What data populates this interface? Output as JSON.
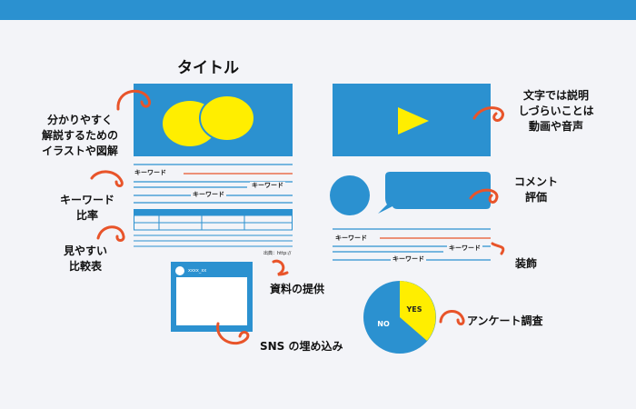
{
  "title": "タイトル",
  "illustration_label": [
    "分かりやすく",
    "解説するための",
    "イラストや図解"
  ],
  "video_label": [
    "文字では説明",
    "しづらいことは",
    "動画や音声"
  ],
  "keyword_label": [
    "キーワード",
    "比率"
  ],
  "comment_label": [
    "コメント",
    "評価"
  ],
  "table_label": [
    "見やすい",
    "比較表"
  ],
  "decoration_label": "装飾",
  "source_label": "資料の提供",
  "sns_label": "SNS の埋め込み",
  "survey_label": "アンケート調査",
  "keyword_text": "キーワード",
  "source_caption": "出典：http://",
  "sns_card": {
    "username": "xxxx_xx"
  },
  "pie": {
    "yes": "YES",
    "no": "NO"
  },
  "colors": {
    "blue": "#2b91d0",
    "yellow": "#ffee00",
    "orange": "#e8542a",
    "background": "#f3f4f8"
  }
}
